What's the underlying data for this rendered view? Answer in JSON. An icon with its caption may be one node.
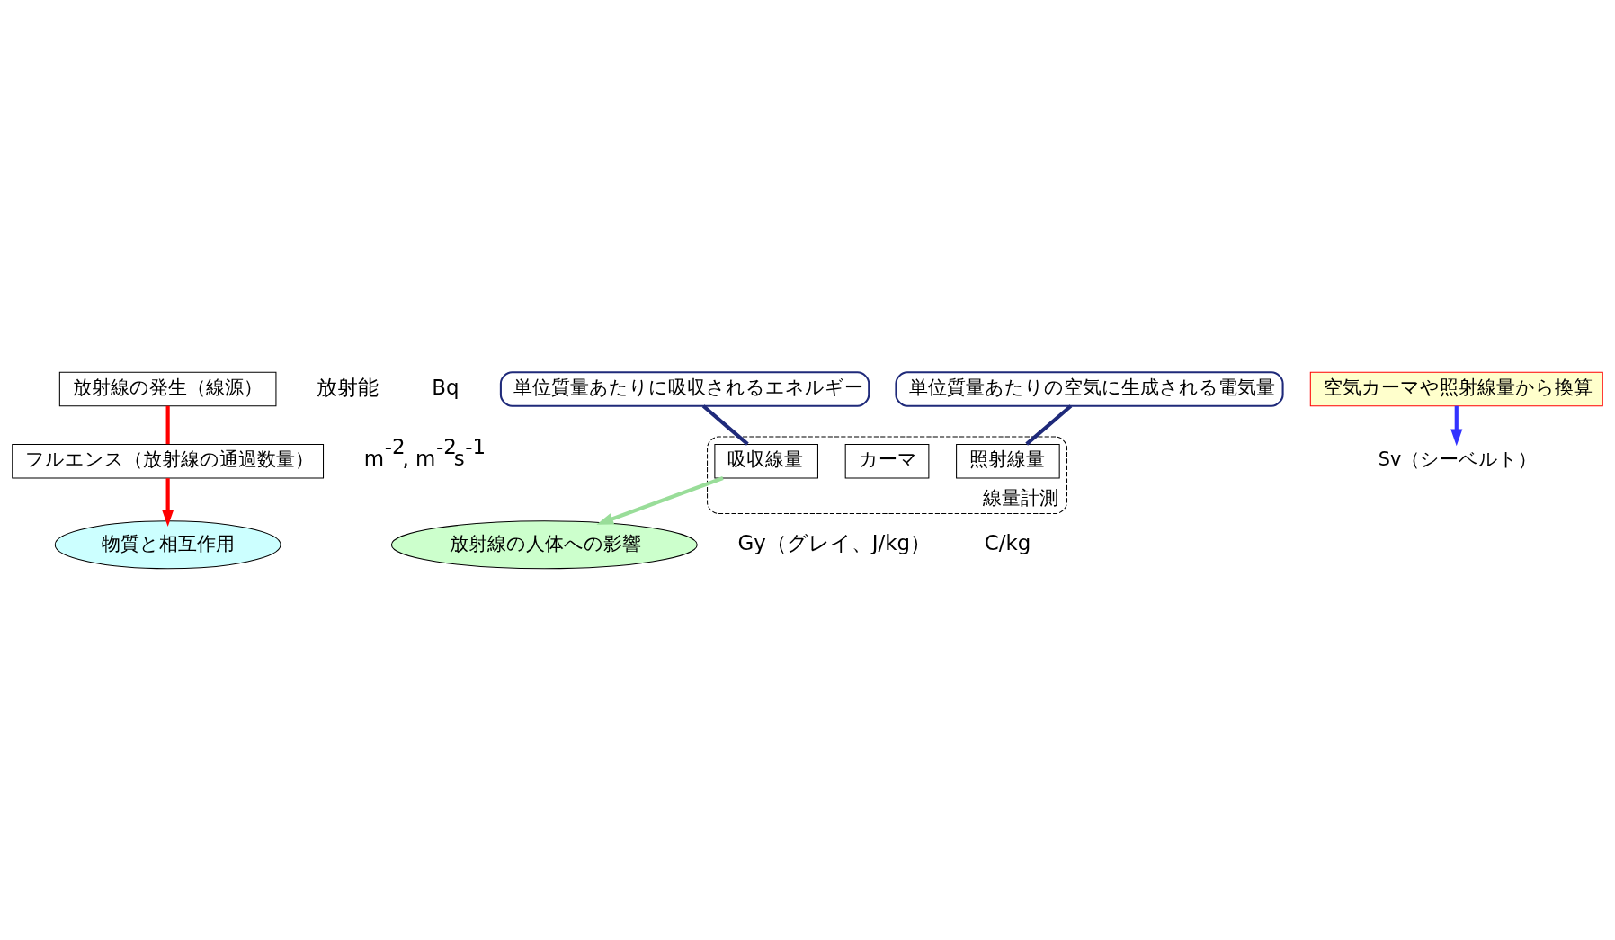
{
  "diagram": {
    "nodes": [
      {
        "text": [
          "放射線の発生（線源）"
        ],
        "beside": [
          "放射能",
          "Bq"
        ]
      },
      {
        "text": [
          "フルエンス（放射線の通過数量）"
        ],
        "beside": [
          "m$^{-2}$, m$^{-2}$s$^{-1}$"
        ]
      },
      {
        "text": [
          "物質と相互作用"
        ]
      },
      {
        "text": [
          "線量計測"
        ]
      },
      {
        "text": [
          "吸収線量"
        ],
        "in": 3,
        "beside": [
          "Gy（グレイ、J/kg）"
        ]
      },
      {
        "text": [
          "カーマ"
        ],
        "in": 3
      },
      {
        "text": [
          "照射線量"
        ],
        "in": 3,
        "beside": [
          "C/kg"
        ]
      },
      {
        "text": [
          "単位質量あたりに吸収されるエネルギー"
        ]
      },
      {
        "text": [
          "単位質量あたりの空気に生成される電気量"
        ]
      },
      {
        "text": [
          "放射線の人体への影響"
        ]
      },
      {
        "text": [
          "空気カーマや照射線量から換算"
        ]
      },
      {
        "text": [
          "Sv（シーベルト）"
        ]
      }
    ],
    "edges": [
      {
        "from": 0,
        "to": 1,
        "arrow": "none",
        "color": "#ff0000"
      },
      {
        "from": 1,
        "to": 2,
        "arrow": "to",
        "color": "#ff0000"
      },
      {
        "from": 7,
        "to": 4,
        "arrow": "none",
        "color": "#1f2a7a"
      },
      {
        "from": 8,
        "to": 6,
        "arrow": "none",
        "color": "#1f2a7a"
      },
      {
        "from": 4,
        "to": 9,
        "arrow": "to",
        "color": "#99dd99"
      },
      {
        "from": 10,
        "to": 11,
        "arrow": "to",
        "color": "#3333ff"
      }
    ]
  }
}
